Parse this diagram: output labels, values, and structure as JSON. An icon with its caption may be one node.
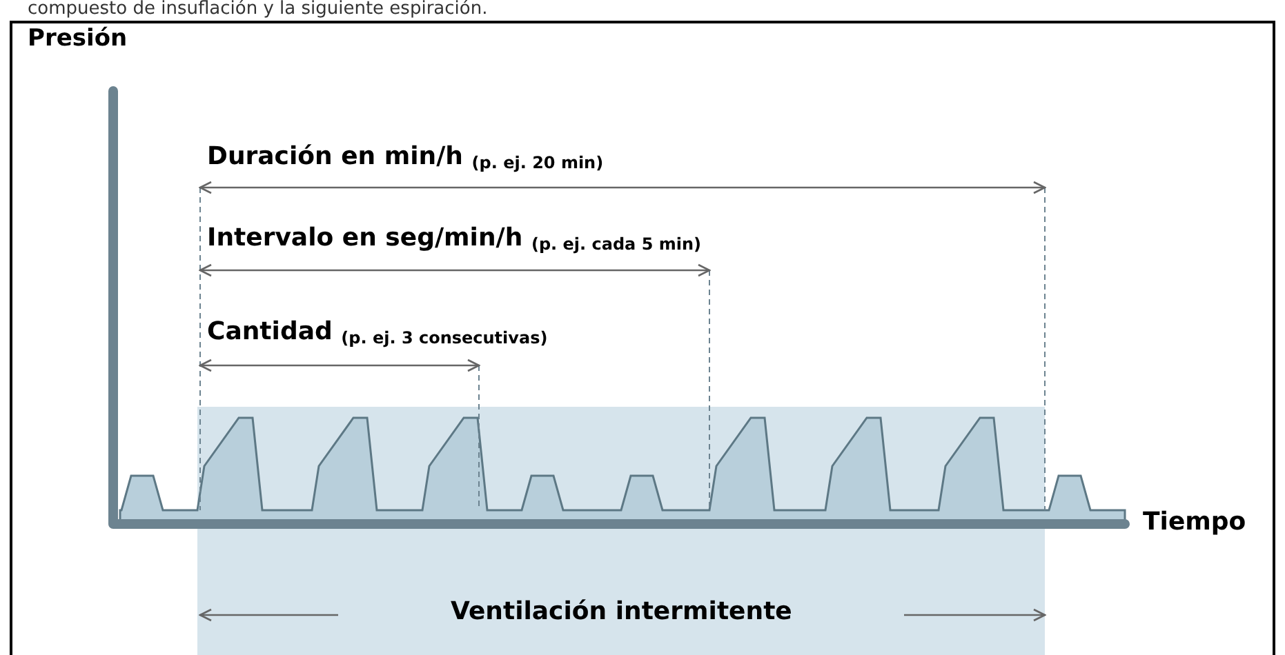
{
  "diagram": {
    "labels": [
      "compuesto de insuflación y la siguiente espiración.",
      "Presión",
      "Duración en min/h $_{(p. ej. 20 min)}$",
      "Intervalo en seg/min/h $_{(p. ej. cada 5 min)}$",
      "Cantidad $_{(p. ej. 3 consecutivas)}$",
      "Tiempo",
      "Ventilación intermitente"
    ]
  }
}
